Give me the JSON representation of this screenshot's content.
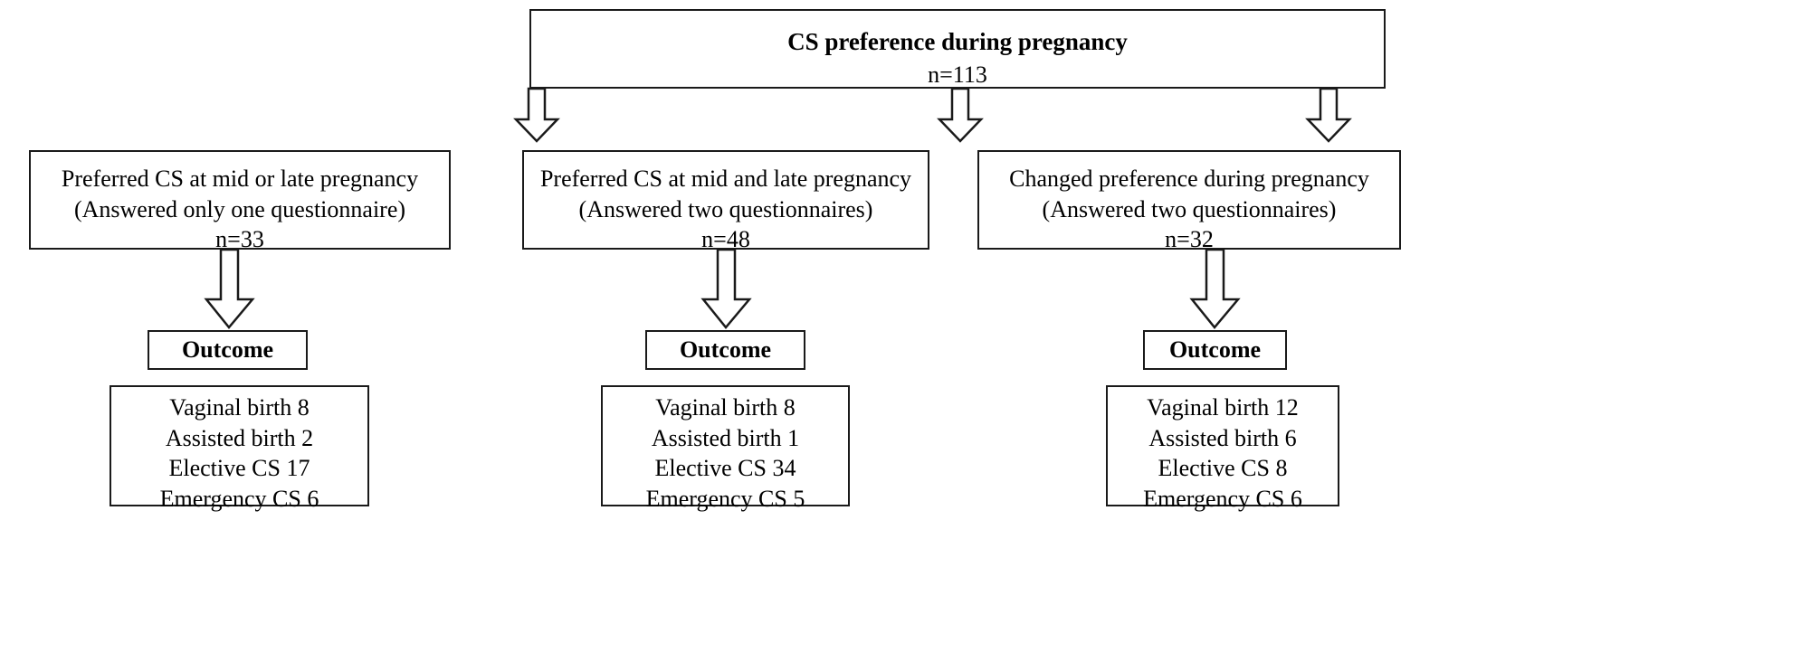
{
  "diagram": {
    "title": "CS preference during pregnancy flowchart",
    "colors": {
      "stroke": "#1a1a1a",
      "fill": "#ffffff",
      "text": "#000000"
    }
  },
  "root": {
    "title": "CS preference during pregnancy",
    "count": "n=113"
  },
  "branches": [
    {
      "line1": "Preferred CS at mid or late pregnancy",
      "line2": "(Answered only one questionnaire)",
      "count": "n=33"
    },
    {
      "line1": "Preferred CS at mid and late pregnancy",
      "line2": "(Answered two questionnaires)",
      "count": "n=48"
    },
    {
      "line1": "Changed preference during pregnancy",
      "line2": "(Answered two questionnaires)",
      "count": "n=32"
    }
  ],
  "outcome_headers": [
    {
      "label": "Outcome"
    },
    {
      "label": "Outcome"
    },
    {
      "label": "Outcome"
    }
  ],
  "results": [
    {
      "line1": "Vaginal birth 8",
      "line2": "Assisted birth 2",
      "line3": "Elective CS 17",
      "line4": "Emergency CS 6"
    },
    {
      "line1": "Vaginal birth 8",
      "line2": "Assisted birth 1",
      "line3": "Elective CS 34",
      "line4": "Emergency CS 5"
    },
    {
      "line1": "Vaginal birth 12",
      "line2": "Assisted birth 6",
      "line3": "Elective CS 8",
      "line4": "Emergency CS 6"
    }
  ],
  "chart_data": {
    "type": "diagram",
    "title": "CS preference during pregnancy",
    "total_n": 113,
    "nodes": [
      {
        "id": "root",
        "label": "CS preference during pregnancy",
        "n": 113
      },
      {
        "id": "branch-0",
        "label": "Preferred CS at mid or late pregnancy (Answered only one questionnaire)",
        "n": 33
      },
      {
        "id": "branch-1",
        "label": "Preferred CS at mid and late pregnancy (Answered two questionnaires)",
        "n": 48
      },
      {
        "id": "branch-2",
        "label": "Changed preference during pregnancy (Answered two questionnaires)",
        "n": 32
      }
    ],
    "outcomes": [
      {
        "branch": "Preferred CS at mid or late pregnancy",
        "categories": [
          "Vaginal birth",
          "Assisted birth",
          "Elective CS",
          "Emergency CS"
        ],
        "values": [
          8,
          2,
          17,
          6
        ]
      },
      {
        "branch": "Preferred CS at mid and late pregnancy",
        "categories": [
          "Vaginal birth",
          "Assisted birth",
          "Elective CS",
          "Emergency CS"
        ],
        "values": [
          8,
          1,
          34,
          5
        ]
      },
      {
        "branch": "Changed preference during pregnancy",
        "categories": [
          "Vaginal birth",
          "Assisted birth",
          "Elective CS",
          "Emergency CS"
        ],
        "values": [
          12,
          6,
          8,
          6
        ]
      }
    ],
    "edges": [
      {
        "from": "root",
        "to": "branch-0"
      },
      {
        "from": "root",
        "to": "branch-1"
      },
      {
        "from": "root",
        "to": "branch-2"
      },
      {
        "from": "branch-0",
        "to": "outcome-0"
      },
      {
        "from": "branch-1",
        "to": "outcome-1"
      },
      {
        "from": "branch-2",
        "to": "outcome-2"
      }
    ]
  }
}
